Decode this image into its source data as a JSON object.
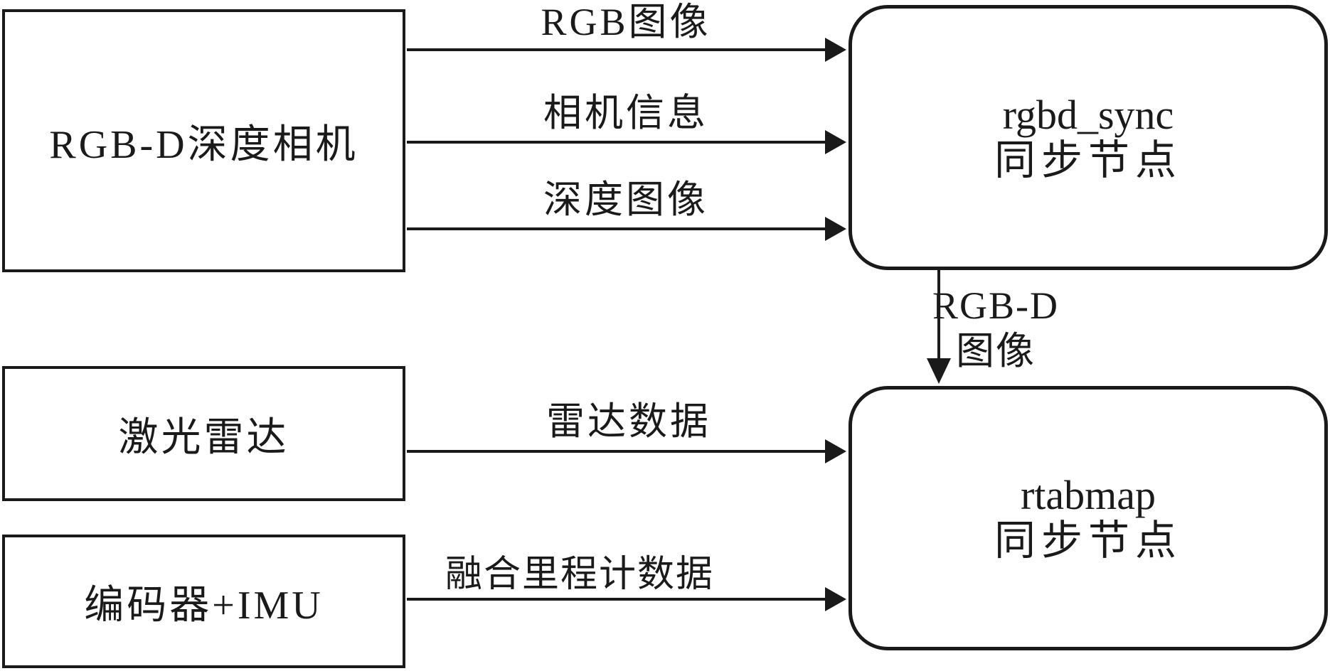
{
  "diagram": {
    "background": "#ffffff",
    "stroke_color": "#1a1a1a",
    "nodes": {
      "rgbd_camera": {
        "label": "RGB-D深度相机"
      },
      "lidar": {
        "label": "激光雷达"
      },
      "encoder_imu": {
        "label": "编码器+IMU"
      },
      "rgbd_sync": {
        "line1": "rgbd_sync",
        "line2": "同步节点"
      },
      "rtabmap": {
        "line1": "rtabmap",
        "line2": "同步节点"
      }
    },
    "edges": {
      "rgb_image": {
        "label": "RGB图像",
        "from": "rgbd_camera",
        "to": "rgbd_sync"
      },
      "camera_info": {
        "label": "相机信息",
        "from": "rgbd_camera",
        "to": "rgbd_sync"
      },
      "depth_image": {
        "label": "深度图像",
        "from": "rgbd_camera",
        "to": "rgbd_sync"
      },
      "rgbd_image": {
        "line1": "RGB-D",
        "line2": "图像",
        "from": "rgbd_sync",
        "to": "rtabmap"
      },
      "lidar_data": {
        "label": "雷达数据",
        "from": "lidar",
        "to": "rtabmap"
      },
      "fused_odometry": {
        "label": "融合里程计数据",
        "from": "encoder_imu",
        "to": "rtabmap"
      }
    }
  }
}
